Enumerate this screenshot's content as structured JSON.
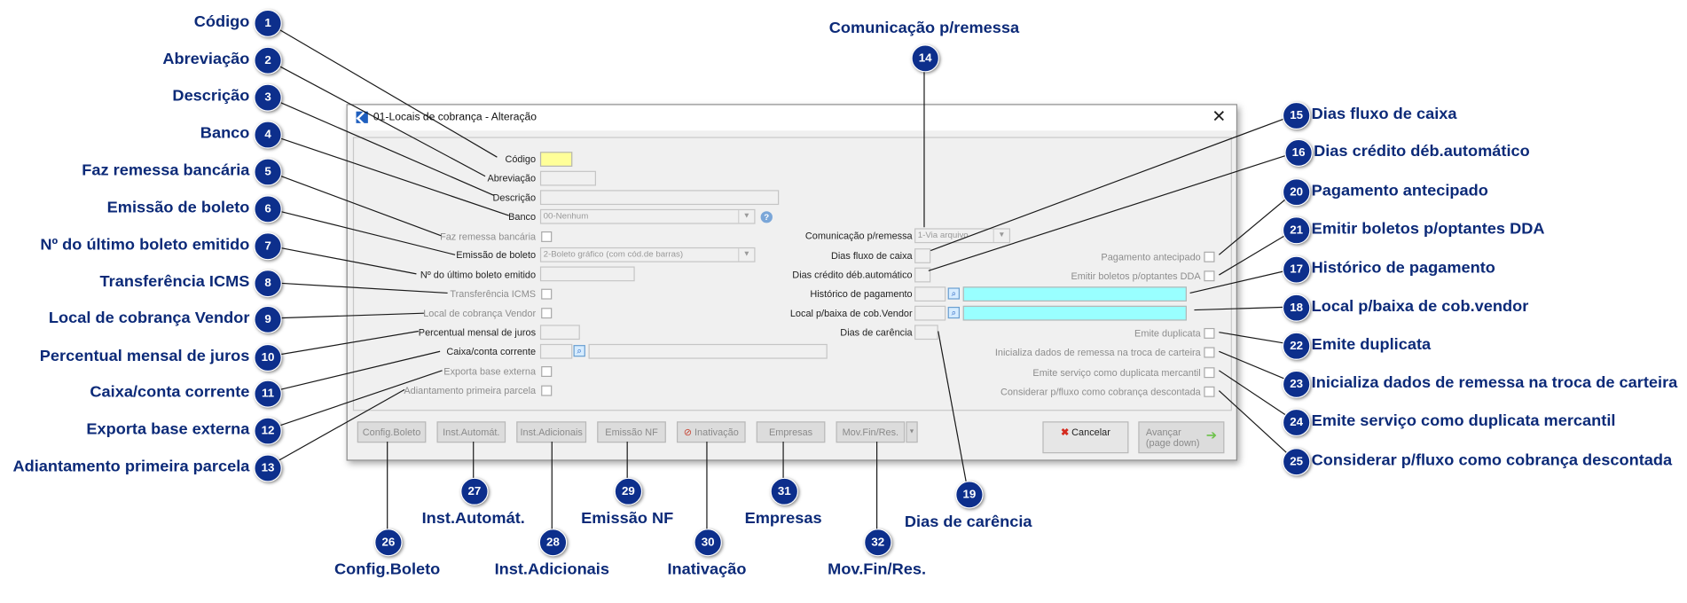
{
  "window": {
    "title": "01-Locais de cobrança - Alteração",
    "close_symbol": "✕"
  },
  "form": {
    "codigo": {
      "label": "Código",
      "value": ""
    },
    "abreviacao": {
      "label": "Abreviação",
      "value": ""
    },
    "descricao": {
      "label": "Descrição",
      "value": ""
    },
    "banco": {
      "label": "Banco",
      "value": "00-Nenhum"
    },
    "faz_remessa": {
      "label": "Faz remessa bancária"
    },
    "emissao_boleto": {
      "label": "Emissão de boleto",
      "value": "2-Boleto gráfico (com cód.de barras)"
    },
    "ultimo_boleto": {
      "label": "Nº do último boleto emitido",
      "value": ""
    },
    "transferencia_icms": {
      "label": "Transferência ICMS"
    },
    "local_vendor": {
      "label": "Local de cobrança Vendor"
    },
    "percentual_juros": {
      "label": "Percentual mensal de juros",
      "value": ""
    },
    "caixa_conta": {
      "label": "Caixa/conta corrente",
      "value": ""
    },
    "exporta_base": {
      "label": "Exporta base externa"
    },
    "adiantamento": {
      "label": "Adiantamento primeira parcela"
    },
    "comunicacao": {
      "label": "Comunicação p/remessa",
      "value": "1-Via arquivo"
    },
    "dias_fluxo": {
      "label": "Dias fluxo de caixa",
      "value": ""
    },
    "dias_credito": {
      "label": "Dias crédito déb.automático",
      "value": ""
    },
    "historico": {
      "label": "Histórico de pagamento",
      "value": ""
    },
    "local_baixa": {
      "label": "Local p/baixa de cob.Vendor",
      "value": ""
    },
    "dias_carencia": {
      "label": "Dias de carência",
      "value": ""
    },
    "pagamento_antecipado": {
      "label": "Pagamento antecipado"
    },
    "emitir_dda": {
      "label": "Emitir boletos p/optantes DDA"
    },
    "emite_duplicata": {
      "label": "Emite duplicata"
    },
    "inicializa_dados": {
      "label": "Inicializa dados de remessa na troca de carteira"
    },
    "emite_servico": {
      "label": "Emite serviço como duplicata mercantil"
    },
    "considerar_fluxo": {
      "label": "Considerar p/fluxo como cobrança descontada"
    }
  },
  "buttons": {
    "config_boleto": "Config.Boleto",
    "inst_automat": "Inst.Automát.",
    "inst_adicionais": "Inst.Adicionais",
    "emissao_nf": "Emissão NF",
    "inativacao": "Inativação",
    "empresas": "Empresas",
    "mov_fin": "Mov.Fin/Res.",
    "cancelar": "Cancelar",
    "avancar_line1": "Avançar",
    "avancar_line2": "(page down)"
  },
  "callouts": {
    "n1": {
      "num": "1",
      "label": "Código"
    },
    "n2": {
      "num": "2",
      "label": "Abreviação"
    },
    "n3": {
      "num": "3",
      "label": "Descrição"
    },
    "n4": {
      "num": "4",
      "label": "Banco"
    },
    "n5": {
      "num": "5",
      "label": "Faz remessa bancária"
    },
    "n6": {
      "num": "6",
      "label": "Emissão de boleto"
    },
    "n7": {
      "num": "7",
      "label": "Nº do último boleto emitido"
    },
    "n8": {
      "num": "8",
      "label": "Transferência ICMS"
    },
    "n9": {
      "num": "9",
      "label": "Local de cobrança Vendor"
    },
    "n10": {
      "num": "10",
      "label": "Percentual mensal de juros"
    },
    "n11": {
      "num": "11",
      "label": "Caixa/conta corrente"
    },
    "n12": {
      "num": "12",
      "label": "Exporta base externa"
    },
    "n13": {
      "num": "13",
      "label": "Adiantamento primeira parcela"
    },
    "n14": {
      "num": "14",
      "label": "Comunicação p/remessa"
    },
    "n15": {
      "num": "15",
      "label": "Dias fluxo de caixa"
    },
    "n16": {
      "num": "16",
      "label": "Dias crédito déb.automático"
    },
    "n17": {
      "num": "17",
      "label": "Histórico de pagamento"
    },
    "n18": {
      "num": "18",
      "label": "Local p/baixa de cob.vendor"
    },
    "n19": {
      "num": "19",
      "label": "Dias de carência"
    },
    "n20": {
      "num": "20",
      "label": "Pagamento antecipado"
    },
    "n21": {
      "num": "21",
      "label": "Emitir boletos p/optantes DDA"
    },
    "n22": {
      "num": "22",
      "label": "Emite duplicata"
    },
    "n23": {
      "num": "23",
      "label": "Inicializa dados de remessa na troca de carteira"
    },
    "n24": {
      "num": "24",
      "label": "Emite serviço como duplicata mercantil"
    },
    "n25": {
      "num": "25",
      "label": "Considerar p/fluxo como cobrança descontada"
    },
    "n26": {
      "num": "26",
      "label": "Config.Boleto"
    },
    "n27": {
      "num": "27",
      "label": "Inst.Automát."
    },
    "n28": {
      "num": "28",
      "label": "Inst.Adicionais"
    },
    "n29": {
      "num": "29",
      "label": "Emissão NF"
    },
    "n30": {
      "num": "30",
      "label": "Inativação"
    },
    "n31": {
      "num": "31",
      "label": "Empresas"
    },
    "n32": {
      "num": "32",
      "label": "Mov.Fin/Res."
    }
  },
  "colors": {
    "badge": "#0d2f8c",
    "callout_text": "#0c2a78",
    "required_field": "#ffff99",
    "lookup_field": "#99ffff"
  }
}
